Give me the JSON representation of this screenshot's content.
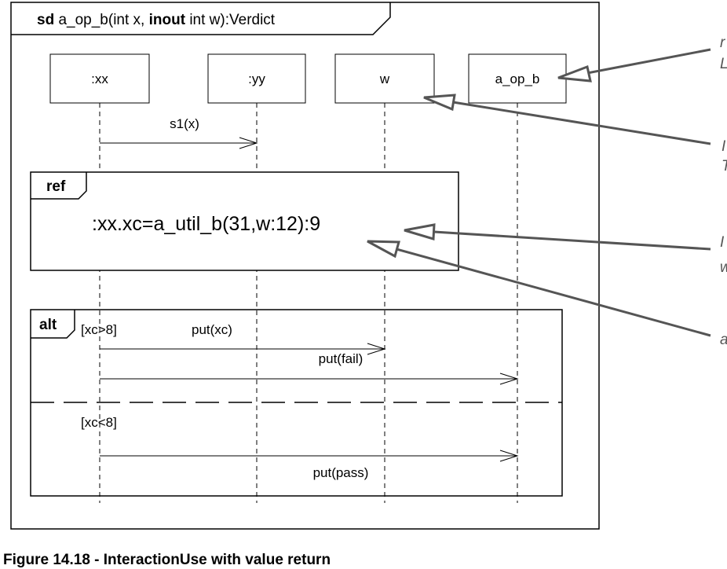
{
  "frame": {
    "keyword": "sd",
    "signature_pre": " a_op_b(int x, ",
    "inout": "inout",
    "signature_post": " int w):Verdict"
  },
  "lifelines": [
    ":xx",
    ":yy",
    "w",
    "a_op_b"
  ],
  "messages": {
    "s1": "s1(x)",
    "put_xc": "put(xc)",
    "put_fail": "put(fail)",
    "put_pass": "put(pass)"
  },
  "ref_fragment": {
    "operator": "ref",
    "text": ":xx.xc=a_util_b(31,w:12):9"
  },
  "alt_fragment": {
    "operator": "alt",
    "guard1": "[xc>8]",
    "guard2": "[xc<8]"
  },
  "annotations": [
    {
      "line1": "r",
      "line2": "L"
    },
    {
      "line1": "I",
      "line2": "T"
    },
    {
      "line1": "I",
      "line2": "w"
    },
    {
      "line1": "a",
      "line2": ""
    }
  ],
  "caption": "Figure 14.18 - InteractionUse with value return"
}
